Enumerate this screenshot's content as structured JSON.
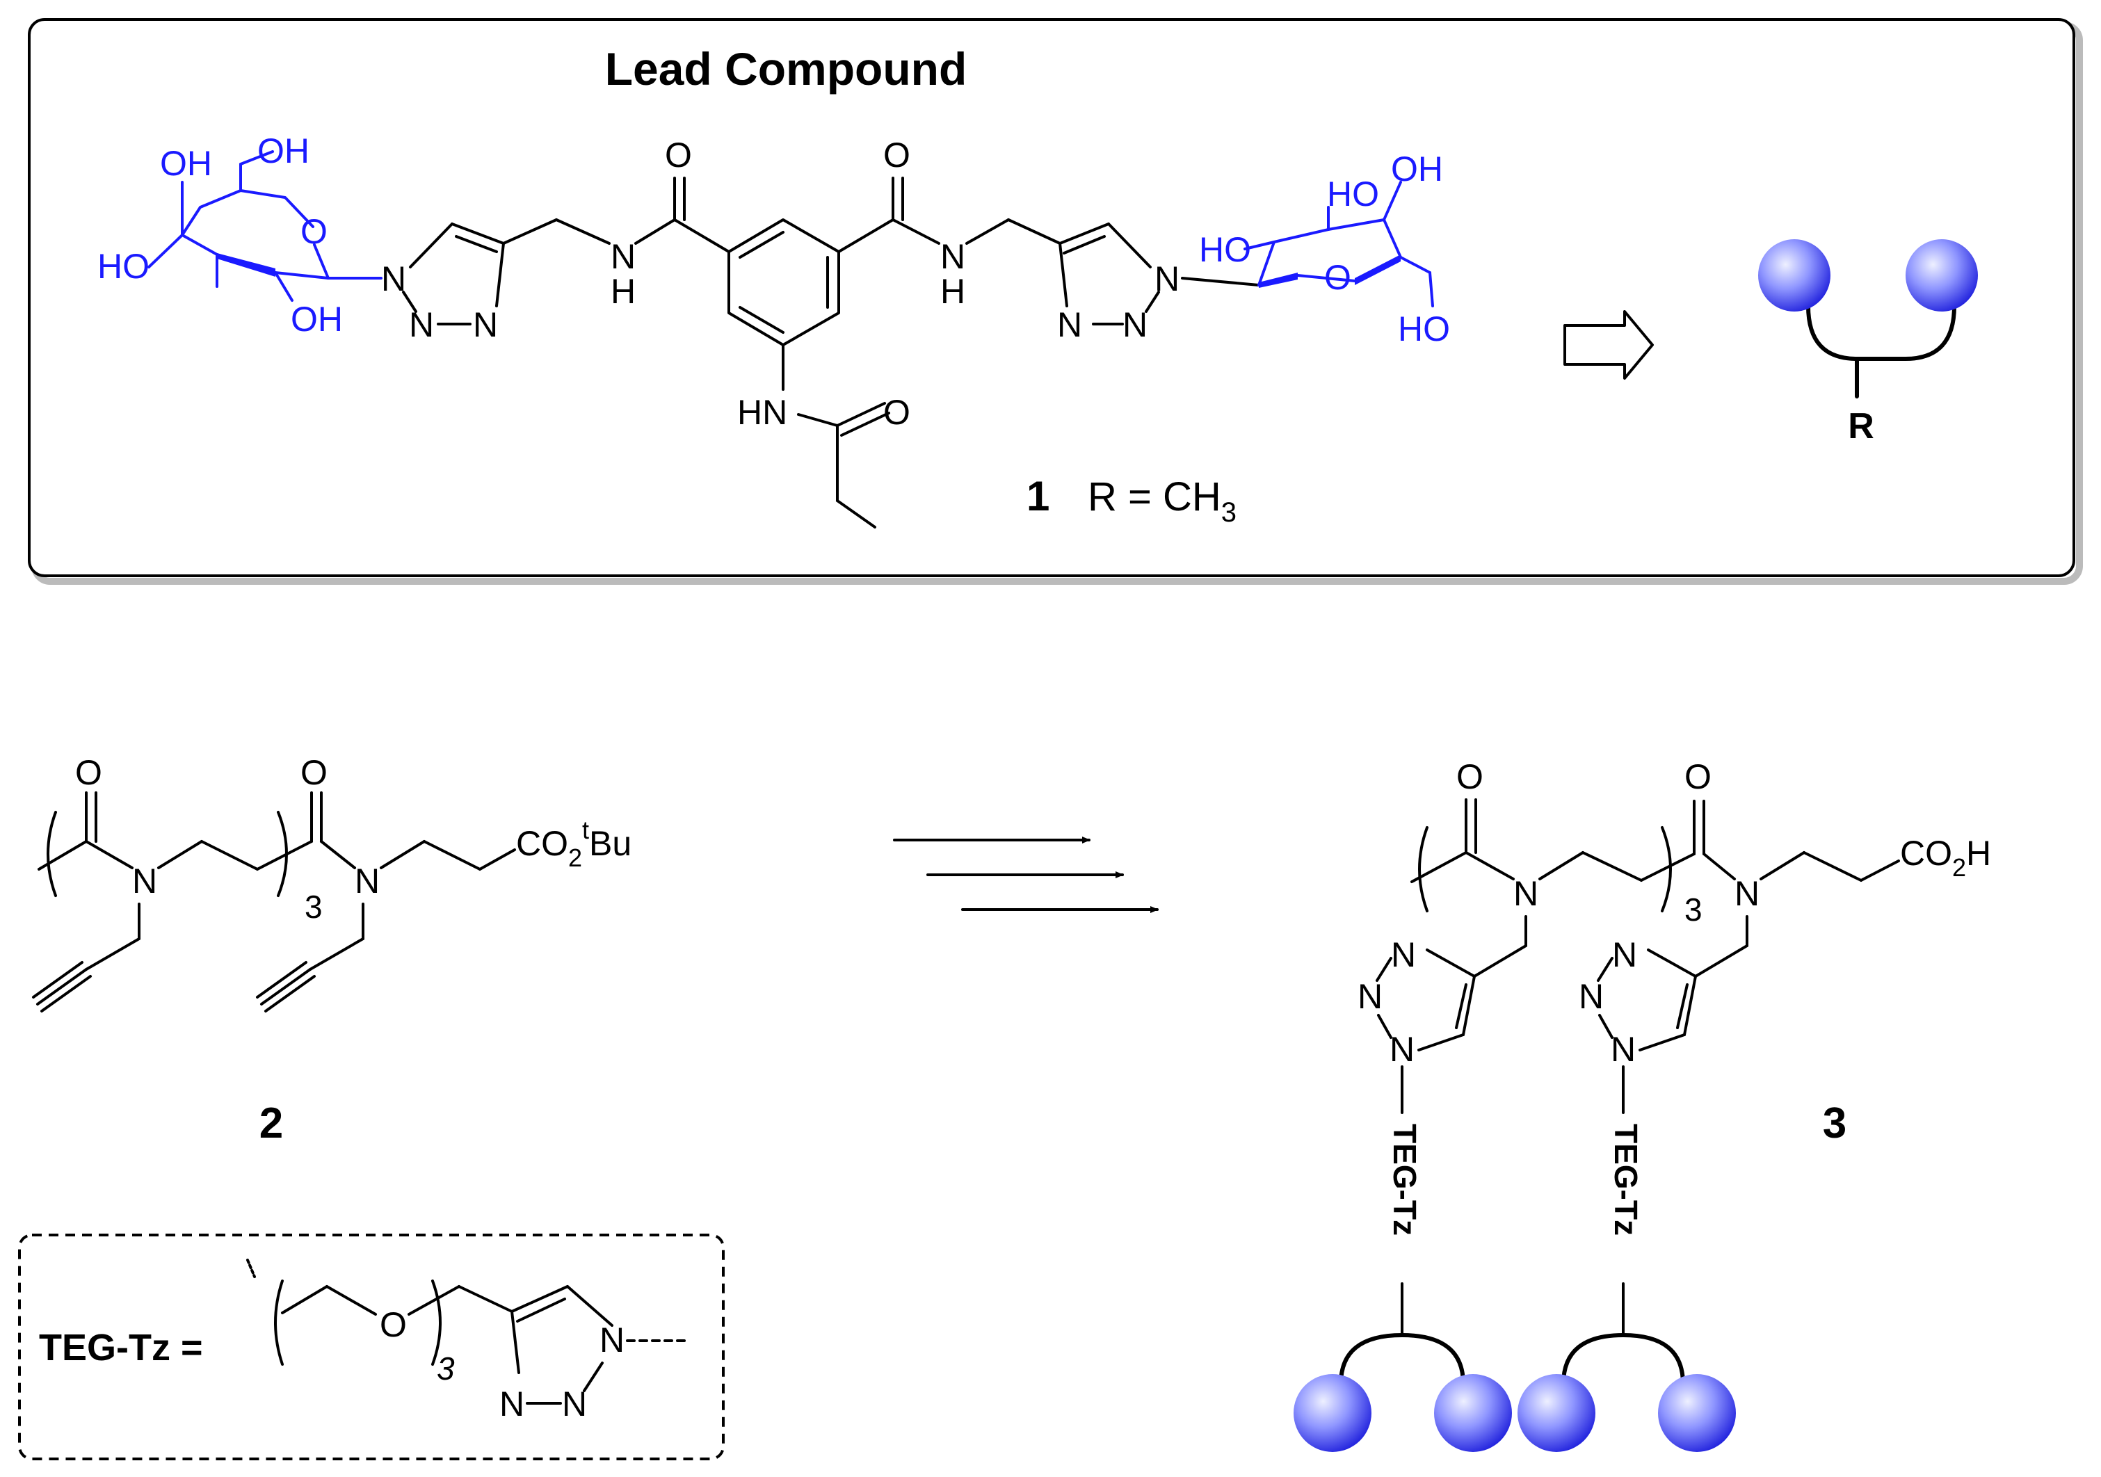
{
  "lead_box": {
    "title": "Lead Compound",
    "compound_number": "1",
    "r_definition_prefix": "R = CH",
    "r_definition_sub": "3",
    "r_label": "R"
  },
  "compound_2": {
    "number": "2",
    "ester_prefix": "CO",
    "ester_sub": "2",
    "ester_sup": "t",
    "ester_suffix": "Bu",
    "repeat_count": "3"
  },
  "compound_3": {
    "number": "3",
    "acid_prefix": "CO",
    "acid_sub": "2",
    "acid_suffix": "H",
    "repeat_count": "3",
    "linker_label": "TEG-Tz"
  },
  "legend": {
    "label": "TEG-Tz =",
    "repeat_count": "3"
  },
  "atoms": {
    "OH": "OH",
    "HO": "HO",
    "O": "O",
    "N": "N",
    "H": "H",
    "HN": "HN"
  },
  "colors": {
    "sugar": "#1a1aff",
    "sphere_light": "#eef0ff",
    "sphere_dark": "#1010d8"
  }
}
